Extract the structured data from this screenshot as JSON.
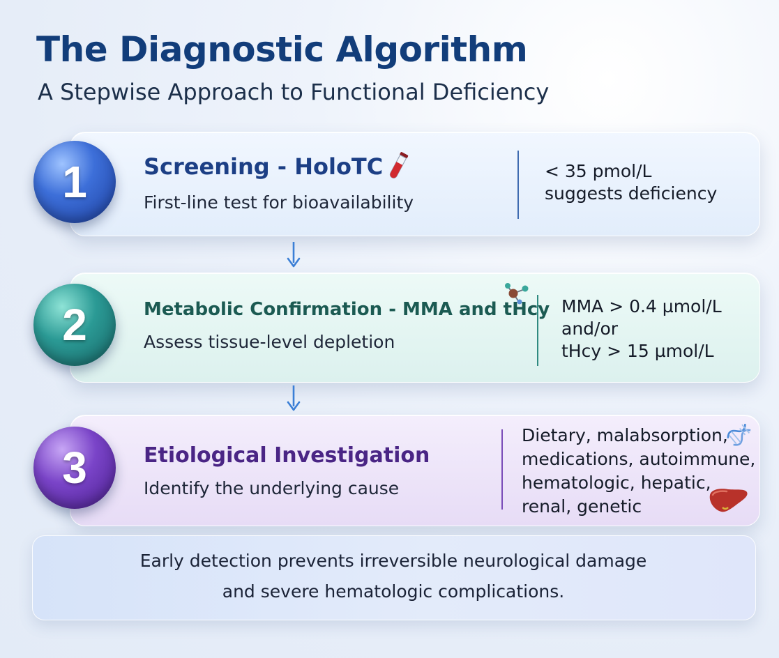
{
  "header": {
    "title": "The Diagnostic Algorithm",
    "subtitle": "A Stepwise Approach to Functional Deficiency"
  },
  "steps": [
    {
      "number": "1",
      "title": "Screening - HoloTC",
      "description": "First-line test for bioavailability",
      "criteria": [
        "< 35 pmol/L",
        "suggests deficiency"
      ],
      "icons": [
        "test-tube-icon"
      ],
      "color": "#1c3f85"
    },
    {
      "number": "2",
      "title": "Metabolic Confirmation - MMA and tHcy",
      "description": "Assess tissue-level depletion",
      "criteria": [
        "MMA > 0.4 µmol/L",
        "and/or",
        "tHcy > 15 µmol/L"
      ],
      "icons": [
        "molecule-icon"
      ],
      "color": "#1b5a52"
    },
    {
      "number": "3",
      "title": "Etiological Investigation",
      "description": "Identify the underlying cause",
      "criteria": [
        "Dietary, malabsorption,",
        "medications, autoimmune,",
        "hematologic, hepatic,",
        "renal, genetic"
      ],
      "icons": [
        "dna-icon",
        "liver-icon"
      ],
      "color": "#4a2585"
    }
  ],
  "footer": {
    "lines": [
      "Early detection prevents irreversible neurological damage",
      "and severe hematologic complications."
    ]
  },
  "colors": {
    "title": "#123d7a",
    "step1_accent": "#3d6fd9",
    "step2_accent": "#2b9a95",
    "step3_accent": "#7a44c8",
    "arrow": "#3b7fd6"
  }
}
